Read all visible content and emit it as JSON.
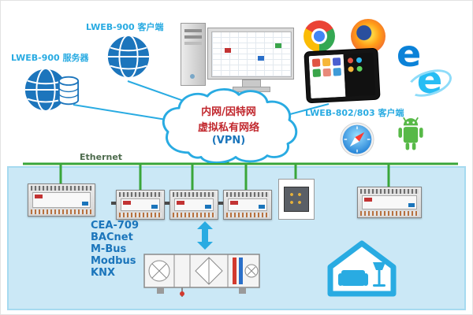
{
  "diagram": {
    "labels": {
      "lweb900_client": "LWEB-900 客户端",
      "lweb900_server": "LWEB-900 服务器",
      "lweb802_client": "LWEB-802/803 客户端",
      "ethernet": "Ethernet"
    },
    "cloud": {
      "line1": "内网/因特网",
      "line2": "虚拟私有网络",
      "line3": "(VPN)"
    },
    "protocols": [
      "CEA-709",
      "BACnet",
      "M-Bus",
      "Modbus",
      "KNX"
    ],
    "browser_glyphs": {
      "edge": "e",
      "ie": "e"
    },
    "colors": {
      "accent_cyan": "#29abe2",
      "line_green": "#3aa63a",
      "label_blue": "#1b75bb",
      "cloud_text_red": "#c1272d",
      "panel_blue": "#cbe8f6"
    },
    "icons": [
      "globe-icon",
      "database-cylinder-icon",
      "desktop-computer-icon",
      "tablet-icon",
      "chrome-icon",
      "firefox-icon",
      "edge-icon",
      "ie-icon",
      "safari-icon",
      "android-icon",
      "cloud-vpn-shape",
      "controller-module",
      "io-module",
      "hvac-unit-icon",
      "smart-home-icon",
      "double-arrow-icon"
    ]
  }
}
